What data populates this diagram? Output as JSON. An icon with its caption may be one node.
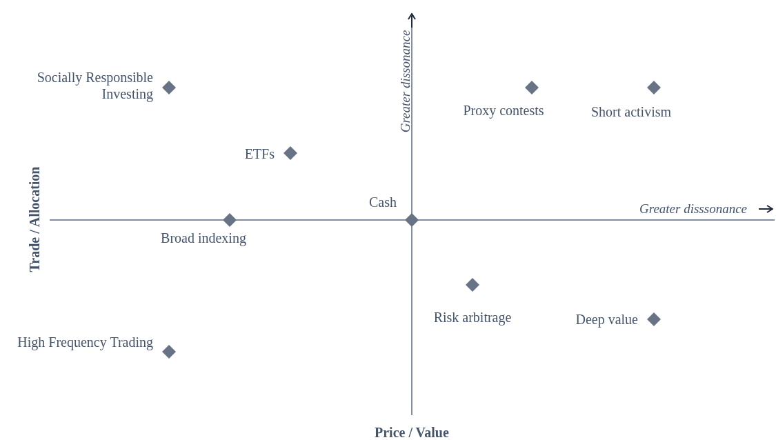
{
  "diagram": {
    "nodes": [
      {
        "text": [],
        "shape": "diamond",
        "beside": [
          "Socially Responsible Investing"
        ]
      },
      {
        "text": [],
        "shape": "diamond",
        "beside": [
          "Proxy contests"
        ]
      },
      {
        "text": [],
        "shape": "diamond",
        "beside": [
          "Short activism"
        ]
      },
      {
        "text": [],
        "shape": "diamond",
        "beside": [
          "ETFs"
        ]
      },
      {
        "text": [],
        "shape": "diamond",
        "beside": [
          "Cash"
        ]
      },
      {
        "text": [],
        "shape": "diamond",
        "beside": [
          "Broad indexing"
        ]
      },
      {
        "text": [],
        "shape": "diamond",
        "beside": [
          "Risk arbitrage"
        ]
      },
      {
        "text": [],
        "shape": "diamond",
        "beside": [
          "Deep value"
        ]
      },
      {
        "text": [],
        "shape": "diamond",
        "beside": [
          "High Frequency Trading"
        ]
      }
    ],
    "labels": [
      "Greater dissonance",
      "Greater disssonance",
      "Trade / Allocation",
      "Price / Value"
    ]
  }
}
